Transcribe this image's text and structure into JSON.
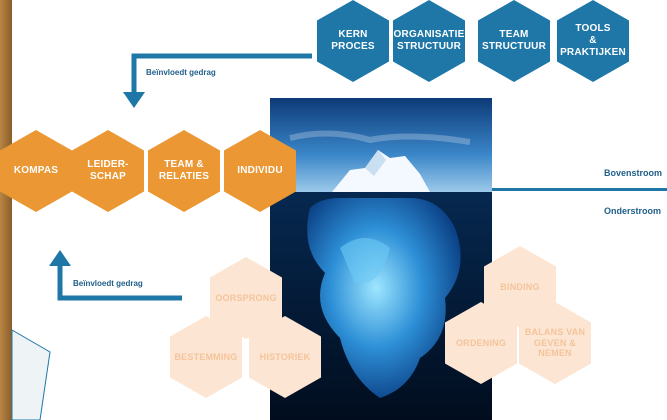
{
  "top_hexagons": [
    {
      "label": "KERN\nPROCES"
    },
    {
      "label": "ORGANISATIE\nSTRUCTUUR"
    },
    {
      "label": "TEAM\nSTRUCTUUR"
    },
    {
      "label": "TOOLS\n& PRAKTIJKEN"
    }
  ],
  "middle_hexagons": [
    {
      "label": "KOMPAS"
    },
    {
      "label": "LEIDER-\nSCHAP"
    },
    {
      "label": "TEAM &\nRELATIES"
    },
    {
      "label": "INDIVIDU"
    }
  ],
  "lower_left_hexagons": [
    {
      "label": "OORSPRONG"
    },
    {
      "label": "BESTEMMING"
    },
    {
      "label": "HISTORIEK"
    }
  ],
  "lower_right_hexagons": [
    {
      "label": "BINDING"
    },
    {
      "label": "ORDENING"
    },
    {
      "label": "BALANS VAN\nGEVEN &\nNEMEN"
    }
  ],
  "labels": {
    "top_influence": "Beïnvloedt gedrag",
    "bottom_influence": "Beïnvloedt gedrag",
    "above_stream": "Bovenstroom",
    "below_stream": "Onderstroom"
  },
  "colors": {
    "blue": "#1f77a8",
    "orange": "#eb9733",
    "peach": "#fce5d2",
    "stream_line": "#1f77a8"
  }
}
